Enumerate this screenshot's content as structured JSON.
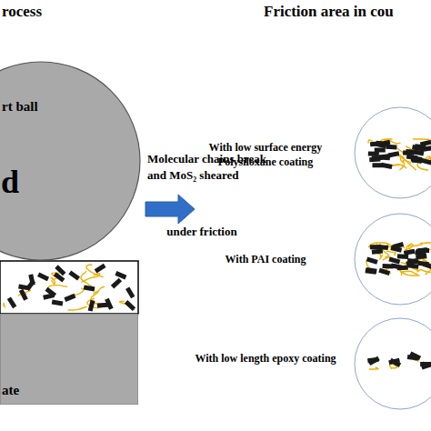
{
  "diagram": {
    "nodes": [
      {
        "text": [
          "rt ball",
          "d"
        ]
      },
      {
        "text": [
          "ate"
        ]
      }
    ],
    "labels": [
      "rocess",
      "Friction area in cou",
      "Molecular chains break and MoS₂ sheared",
      "under friction",
      "With low surface energy Polysiloxane coating",
      "With PAI coating",
      "With low length epoxy coating"
    ]
  }
}
